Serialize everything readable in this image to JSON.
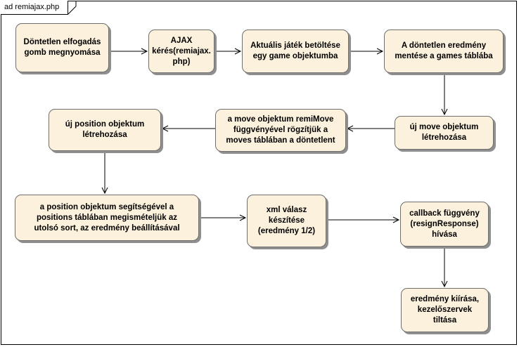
{
  "diagram": {
    "title": "ad remiajax.php",
    "nodes": [
      {
        "id": "n1",
        "text": "Döntetlen elfogadás\ngomb megnyomása"
      },
      {
        "id": "n2",
        "text": "AJAX\nkérés(remiajax.\nphp)"
      },
      {
        "id": "n3",
        "text": "Aktuális játék betöltése\negy game objektumba"
      },
      {
        "id": "n4",
        "text": "A döntetlen eredmény\nmentése a games táblába"
      },
      {
        "id": "n5",
        "text": "új move objektum\nlétrehozása"
      },
      {
        "id": "n6",
        "text": "a move objektum remiMove\nfüggvényével rögzítjük a\nmoves táblában a döntetlent"
      },
      {
        "id": "n7",
        "text": "új position objektum\nlétrehozása"
      },
      {
        "id": "n8",
        "text": "a position objektum segítségével a\npositions táblában megismételjük az\nutolsó sort, az eredmény beállításával"
      },
      {
        "id": "n9",
        "text": "xml válasz\nkészítése\n(eredmény 1/2)"
      },
      {
        "id": "n10",
        "text": "callback függvény\n(resignResponse)\nhívása"
      },
      {
        "id": "n11",
        "text": "eredmény kiírása,\nkezelőszervek\ntiltása"
      }
    ],
    "edges": [
      {
        "from": "n1",
        "to": "n2"
      },
      {
        "from": "n2",
        "to": "n3"
      },
      {
        "from": "n3",
        "to": "n4"
      },
      {
        "from": "n4",
        "to": "n5"
      },
      {
        "from": "n5",
        "to": "n6"
      },
      {
        "from": "n6",
        "to": "n7"
      },
      {
        "from": "n7",
        "to": "n8"
      },
      {
        "from": "n8",
        "to": "n9"
      },
      {
        "from": "n9",
        "to": "n10"
      },
      {
        "from": "n10",
        "to": "n11"
      }
    ]
  }
}
